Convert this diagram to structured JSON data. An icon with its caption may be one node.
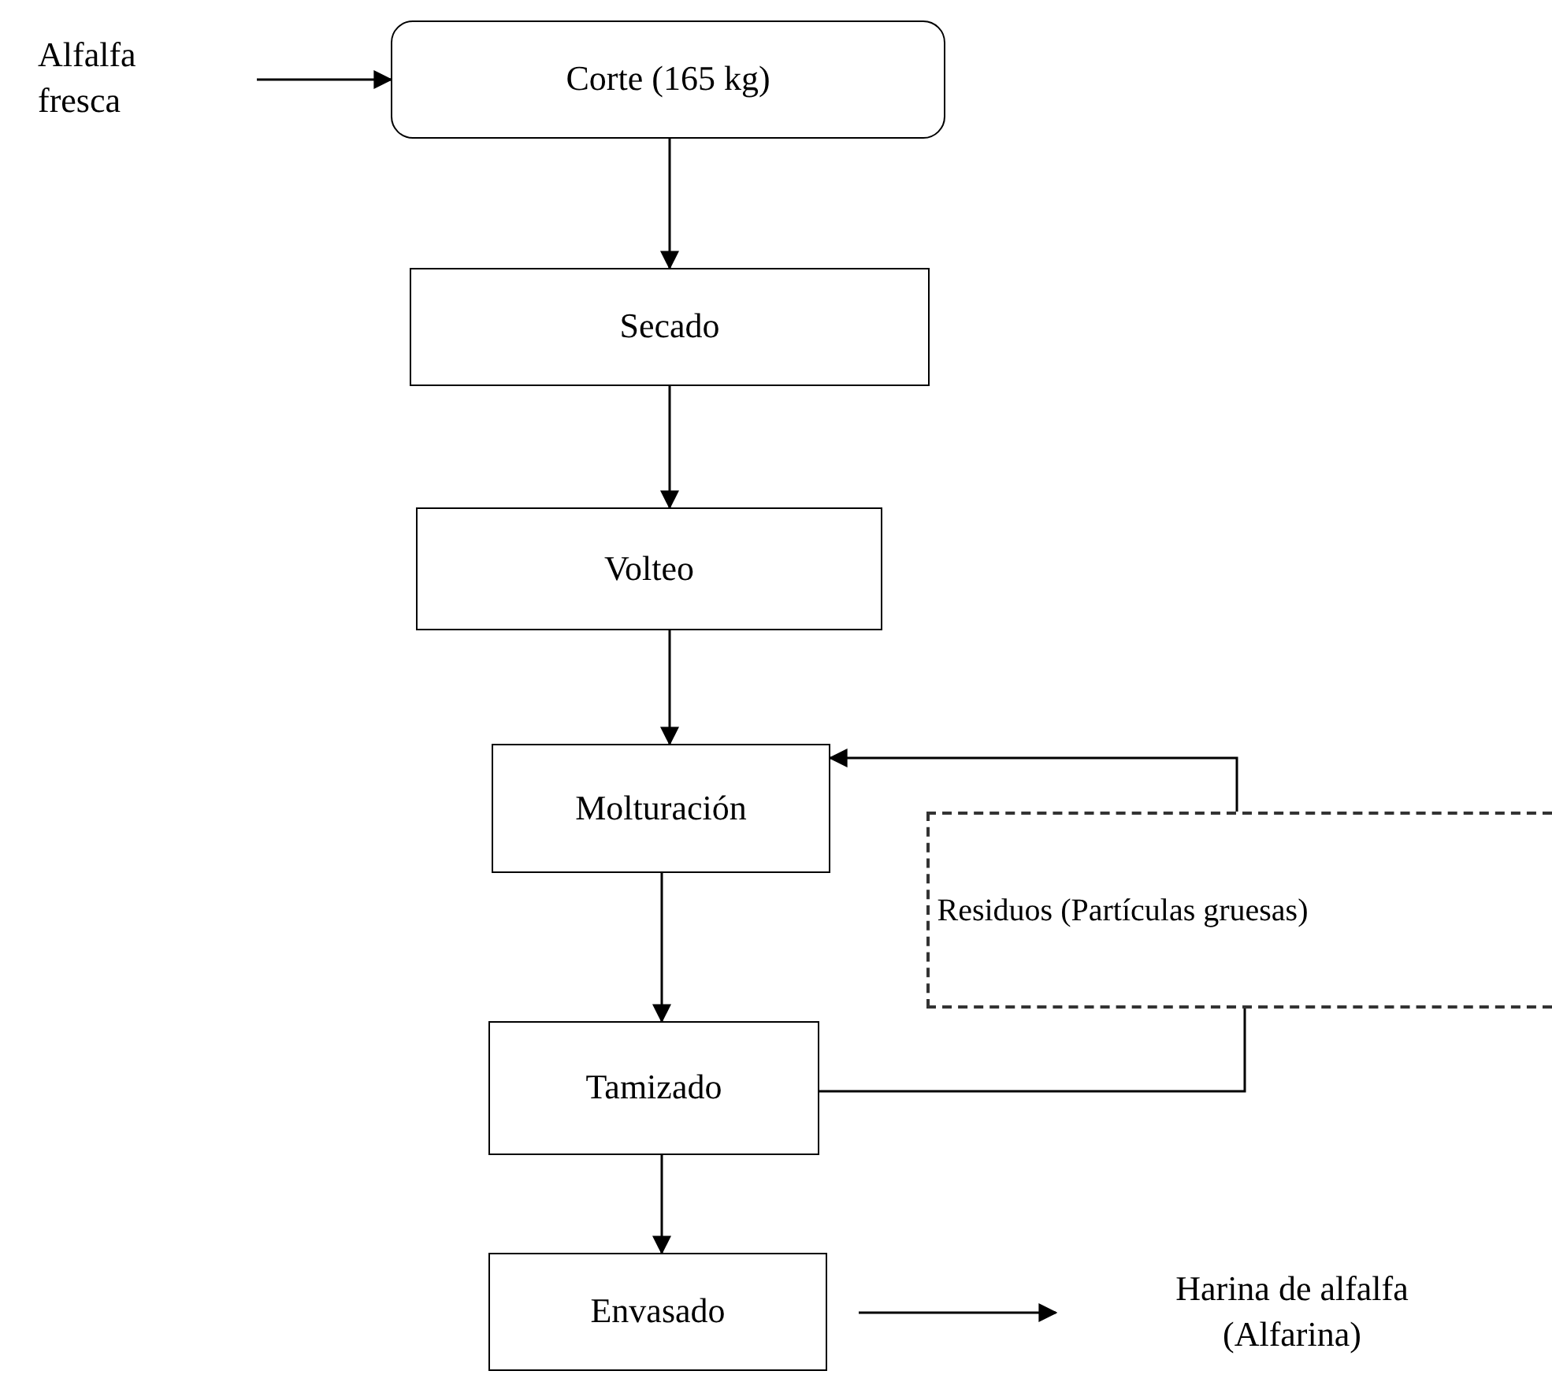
{
  "diagram": {
    "nodes": [
      {
        "text": [
          "Alfalfa fresca"
        ]
      },
      {
        "text": [
          "Corte (165 kg)"
        ]
      },
      {
        "text": [
          "Secado"
        ]
      },
      {
        "text": [
          "Volteo"
        ]
      },
      {
        "text": [
          "Molturación"
        ]
      },
      {
        "text": [
          "Residuos (Partículas gruesas)"
        ]
      },
      {
        "text": [
          "Tamizado"
        ]
      },
      {
        "text": [
          "Envasado"
        ]
      },
      {
        "text": [
          "Harina de alfalfa (Alfarina)"
        ]
      }
    ],
    "edges": [
      {
        "from": 0,
        "to": 1,
        "arrow": "to"
      },
      {
        "from": 1,
        "to": 2,
        "arrow": "to"
      },
      {
        "from": 2,
        "to": 3,
        "arrow": "to"
      },
      {
        "from": 3,
        "to": 4,
        "arrow": "to"
      },
      {
        "from": 4,
        "to": 6,
        "arrow": "to"
      },
      {
        "from": 6,
        "to": 7,
        "arrow": "to"
      },
      {
        "from": 7,
        "to": 8,
        "arrow": "to"
      },
      {
        "from": 6,
        "to": 5,
        "arrow": "none"
      },
      {
        "from": 5,
        "to": 4,
        "arrow": "to"
      }
    ]
  }
}
